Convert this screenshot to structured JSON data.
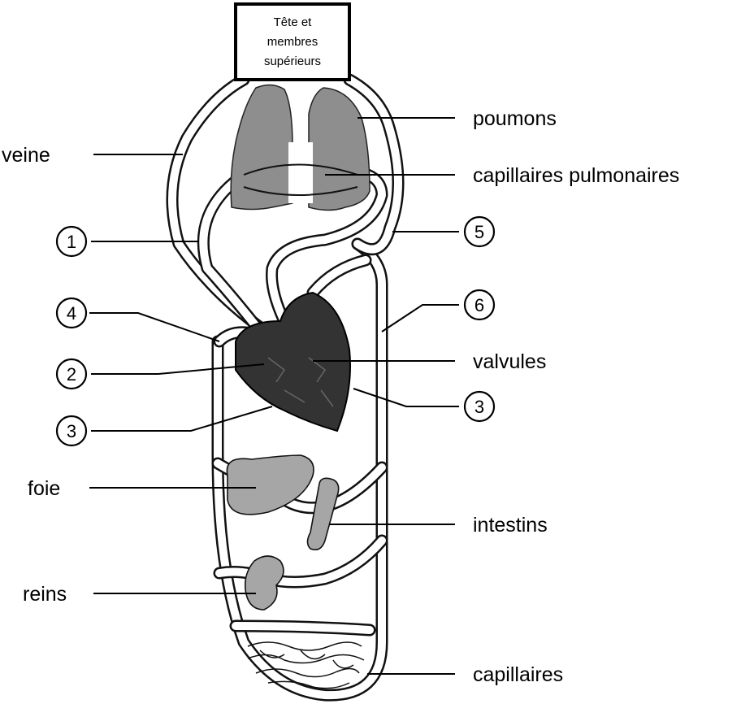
{
  "box": {
    "line1": "Tête et",
    "line2": "membres",
    "line3": "supérieurs"
  },
  "labels": {
    "veine": "veine",
    "poumons": "poumons",
    "capillaires_pulmonaires": "capillaires pulmonaires",
    "valvules": "valvules",
    "foie": "foie",
    "intestins": "intestins",
    "reins": "reins",
    "capillaires": "capillaires"
  },
  "numbers": {
    "n1": "1",
    "n2": "2",
    "n3_left": "3",
    "n3_right": "3",
    "n4": "4",
    "n5": "5",
    "n6": "6"
  }
}
